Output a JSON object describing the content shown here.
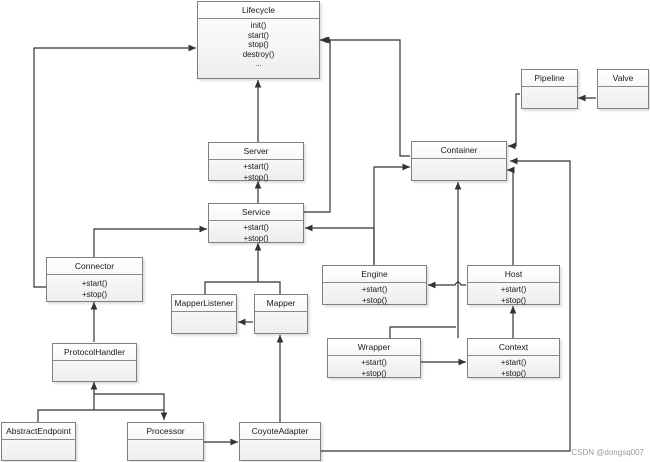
{
  "classes": {
    "lifecycle": {
      "name": "Lifecycle",
      "ops": [
        "init()",
        "start()",
        "stop()",
        "destroy()",
        "..."
      ]
    },
    "pipeline": {
      "name": "Pipeline",
      "ops": []
    },
    "valve": {
      "name": "Valve",
      "ops": []
    },
    "server": {
      "name": "Server",
      "ops": [
        "+start()",
        "+stop()"
      ]
    },
    "container": {
      "name": "Container",
      "ops": []
    },
    "service": {
      "name": "Service",
      "ops": [
        "+start()",
        "+stop()"
      ]
    },
    "connector": {
      "name": "Connector",
      "ops": [
        "+start()",
        "+stop()"
      ]
    },
    "engine": {
      "name": "Engine",
      "ops": [
        "+start()",
        "+stop()"
      ]
    },
    "host": {
      "name": "Host",
      "ops": [
        "+start()",
        "+stop()"
      ]
    },
    "mapperlistener": {
      "name": "MapperListener",
      "ops": []
    },
    "mapper": {
      "name": "Mapper",
      "ops": []
    },
    "wrapper": {
      "name": "Wrapper",
      "ops": [
        "+start()",
        "+stop()"
      ]
    },
    "context": {
      "name": "Context",
      "ops": [
        "+start()",
        "+stop()"
      ]
    },
    "protocolhandler": {
      "name": "ProtocolHandler",
      "ops": []
    },
    "abstractendpoint": {
      "name": "AbstractEndpoint",
      "ops": []
    },
    "processor": {
      "name": "Processor",
      "ops": []
    },
    "coyoteadapter": {
      "name": "CoyoteAdapter",
      "ops": []
    }
  },
  "watermark": "CSDN @dongsq007"
}
